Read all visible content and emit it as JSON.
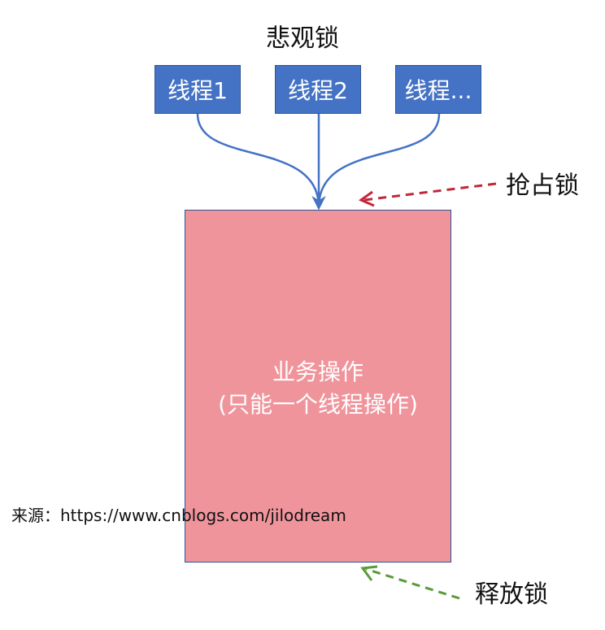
{
  "diagram": {
    "title": "悲观锁",
    "threads": [
      {
        "label": "线程1"
      },
      {
        "label": "线程2"
      },
      {
        "label": "线程..."
      }
    ],
    "business": {
      "line1": "业务操作",
      "line2": "(只能一个线程操作)"
    },
    "acquire_lock": "抢占锁",
    "release_lock": "释放锁",
    "source": "来源：https://www.cnblogs.com/jilodream"
  },
  "colors": {
    "thread_fill": "#4472c4",
    "thread_border": "#2f5597",
    "arrow_blue": "#4472c4",
    "business_fill": "#f0949c",
    "acquire_arrow": "#c0283a",
    "release_arrow": "#5b9a3a"
  }
}
